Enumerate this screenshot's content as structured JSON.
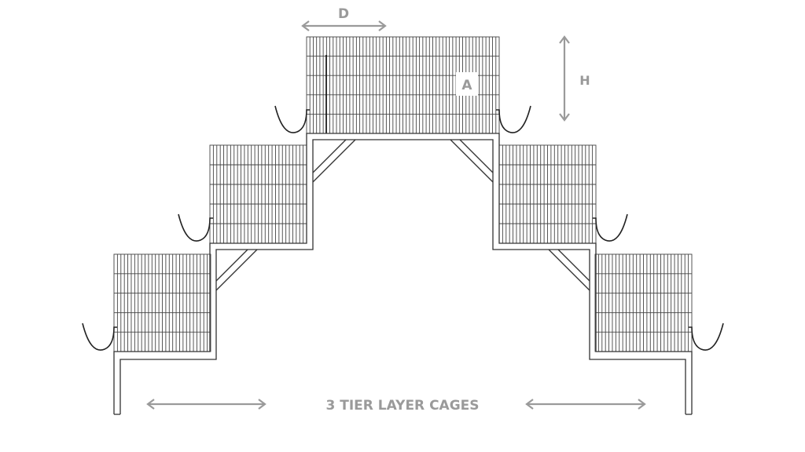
{
  "title": "3 TIER LAYER CAGES",
  "labels": {
    "depth": "D",
    "height": "H",
    "cage": "A"
  },
  "cages": {
    "rows": 5,
    "columns": 14,
    "top_columns": 29
  },
  "colors": {
    "line": "#333333",
    "arrow": "#9a9a9a",
    "label": "#9a9a9a"
  }
}
